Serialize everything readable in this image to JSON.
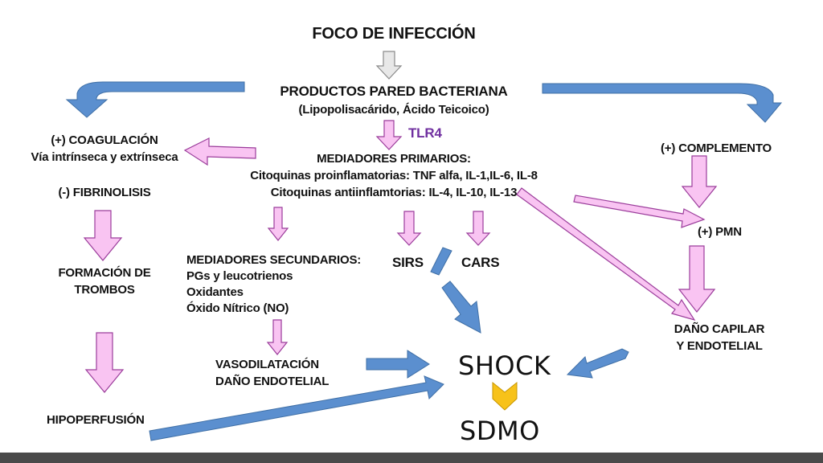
{
  "nodes": {
    "foco": "FOCO DE INFECCIÓN",
    "productos": "PRODUCTOS PARED BACTERIANA",
    "productos_sub": "(Lipopolisacárido, Ácido Teicoico)",
    "tlr4": "TLR4",
    "mediadores_primarios": "MEDIADORES PRIMARIOS:",
    "citoq_pro": "Citoquinas proinflamatorias: TNF alfa, IL-1,IL-6, IL-8",
    "citoq_anti": "Citoquinas antiinflamtorias: IL-4, IL-10, IL-13",
    "coagulacion": "(+) COAGULACIÓN",
    "via": "Vía intrínseca y extrínseca",
    "fibrinolisis": "(-) FIBRINOLISIS",
    "trombos_1": "FORMACIÓN DE",
    "trombos_2": "TROMBOS",
    "hipoperfusion": "HIPOPERFUSIÓN",
    "med_sec": "MEDIADORES SECUNDARIOS:",
    "pgs": "PGs y leucotrienos",
    "oxidantes": "Oxidantes",
    "no": "Óxido Nítrico (NO)",
    "vaso_1": "VASODILATACIÓN",
    "vaso_2": "DAÑO ENDOTELIAL",
    "sirs": "SIRS",
    "cars": "CARS",
    "shock": "SHOCK",
    "sdmo": "SDMO",
    "complemento": "(+) COMPLEMENTO",
    "pmn": "(+) PMN",
    "dano_1": "DAÑO CAPILAR",
    "dano_2": "Y ENDOTELIAL"
  },
  "colors": {
    "pink_fill": "#f9c4f2",
    "pink_stroke": "#9b3d9b",
    "blue": "#5b8fcf",
    "gray_fill": "#e8e8e8",
    "gray_stroke": "#8a8a8a",
    "gold": "#f7c21a",
    "tlr4": "#7030a0",
    "footer": "#4a4a4a"
  }
}
